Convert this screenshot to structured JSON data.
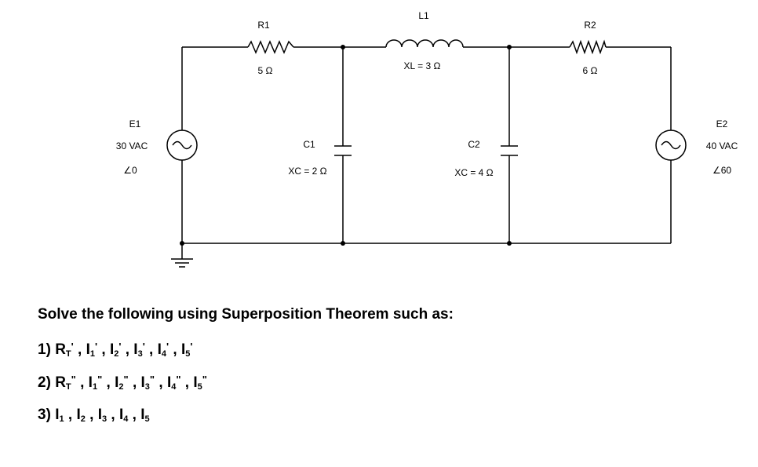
{
  "components": {
    "r1": {
      "label": "R1",
      "value": "5 Ω"
    },
    "l1": {
      "label": "L1",
      "value": "XL = 3 Ω"
    },
    "r2": {
      "label": "R2",
      "value": "6 Ω"
    },
    "c1": {
      "label": "C1",
      "value": "XC = 2 Ω"
    },
    "c2": {
      "label": "C2",
      "value": "XC = 4 Ω"
    },
    "e1": {
      "label": "E1",
      "value": "30 VAC",
      "phase": "∠0"
    },
    "e2": {
      "label": "E2",
      "value": "40 VAC",
      "phase": "∠60"
    }
  },
  "problem": {
    "intro": "Solve the following using Superposition Theorem such as:",
    "items": [
      {
        "number": "1)",
        "symbols": [
          {
            "base": "R",
            "sub": "T",
            "sup": "'"
          },
          {
            "base": "I",
            "sub": "1",
            "sup": "'"
          },
          {
            "base": "I",
            "sub": "2",
            "sup": "'"
          },
          {
            "base": "I",
            "sub": "3",
            "sup": "'"
          },
          {
            "base": "I",
            "sub": "4",
            "sup": "'"
          },
          {
            "base": "I",
            "sub": "5",
            "sup": "'"
          }
        ]
      },
      {
        "number": "2)",
        "symbols": [
          {
            "base": "R",
            "sub": "T",
            "sup": "\""
          },
          {
            "base": "I",
            "sub": "1",
            "sup": "\""
          },
          {
            "base": "I",
            "sub": "2",
            "sup": "\""
          },
          {
            "base": "I",
            "sub": "3",
            "sup": "\""
          },
          {
            "base": "I",
            "sub": "4",
            "sup": "\""
          },
          {
            "base": "I",
            "sub": "5",
            "sup": "\""
          }
        ]
      },
      {
        "number": "3)",
        "symbols": [
          {
            "base": "I",
            "sub": "1",
            "sup": ""
          },
          {
            "base": "I",
            "sub": "2",
            "sup": ""
          },
          {
            "base": "I",
            "sub": "3",
            "sup": ""
          },
          {
            "base": "I",
            "sub": "4",
            "sup": ""
          },
          {
            "base": "I",
            "sub": "5",
            "sup": ""
          }
        ]
      }
    ]
  }
}
